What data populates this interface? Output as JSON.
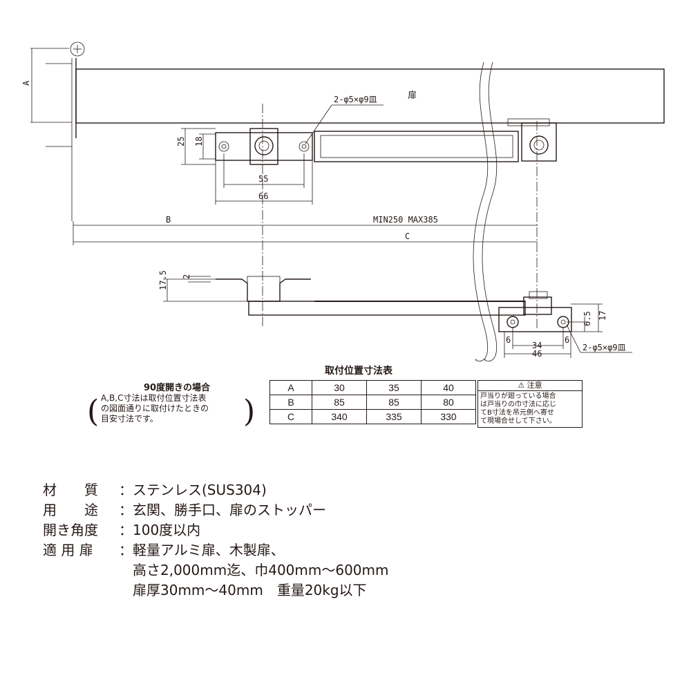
{
  "drawing": {
    "door_label": "扉",
    "hole_spec_top": "2-φ5×φ9皿",
    "hole_spec_bottom": "2-φ5×φ9皿",
    "dims": {
      "A": "A",
      "B": "B",
      "C": "C",
      "d25": "25",
      "d18": "18",
      "d55": "55",
      "d66": "66",
      "range": "MIN250  MAX385",
      "d17_5": "17.5",
      "d2": "2",
      "d17": "17",
      "d6_5": "6.5",
      "d6_left": "6",
      "d34": "34",
      "d6_right": "6",
      "d46": "46"
    }
  },
  "position_table": {
    "title": "取付位置寸法表",
    "rows": [
      {
        "key": "A",
        "values": [
          "30",
          "35",
          "40"
        ]
      },
      {
        "key": "B",
        "values": [
          "85",
          "85",
          "80"
        ]
      },
      {
        "key": "C",
        "values": [
          "340",
          "335",
          "330"
        ]
      }
    ]
  },
  "note_90": {
    "title": "90度開きの場合",
    "lines": [
      "A,B,C寸法は取付位置寸法表",
      "の図面通りに取付けたときの",
      "目安寸法です。"
    ]
  },
  "caution": {
    "title": "⚠ 注意",
    "lines": [
      "戸当りが廻っている場合",
      "は戸当りの巾寸法に応じ",
      "てB寸法を吊元側へ寄せ",
      "て現場合せして下さい。"
    ]
  },
  "specs": [
    {
      "key": "材　　質",
      "value": "ステンレス(SUS304)"
    },
    {
      "key": "用　　途",
      "value": "玄関、勝手口、扉のストッパー"
    },
    {
      "key": "開き角度",
      "value": "100度以内"
    },
    {
      "key": "適 用 扉",
      "value": "軽量アルミ扉、木製扉、"
    }
  ],
  "specs_cont": [
    "高さ2,000mm迄、巾400mm〜600mm",
    "扉厚30mm〜40mm　重量20kg以下"
  ]
}
